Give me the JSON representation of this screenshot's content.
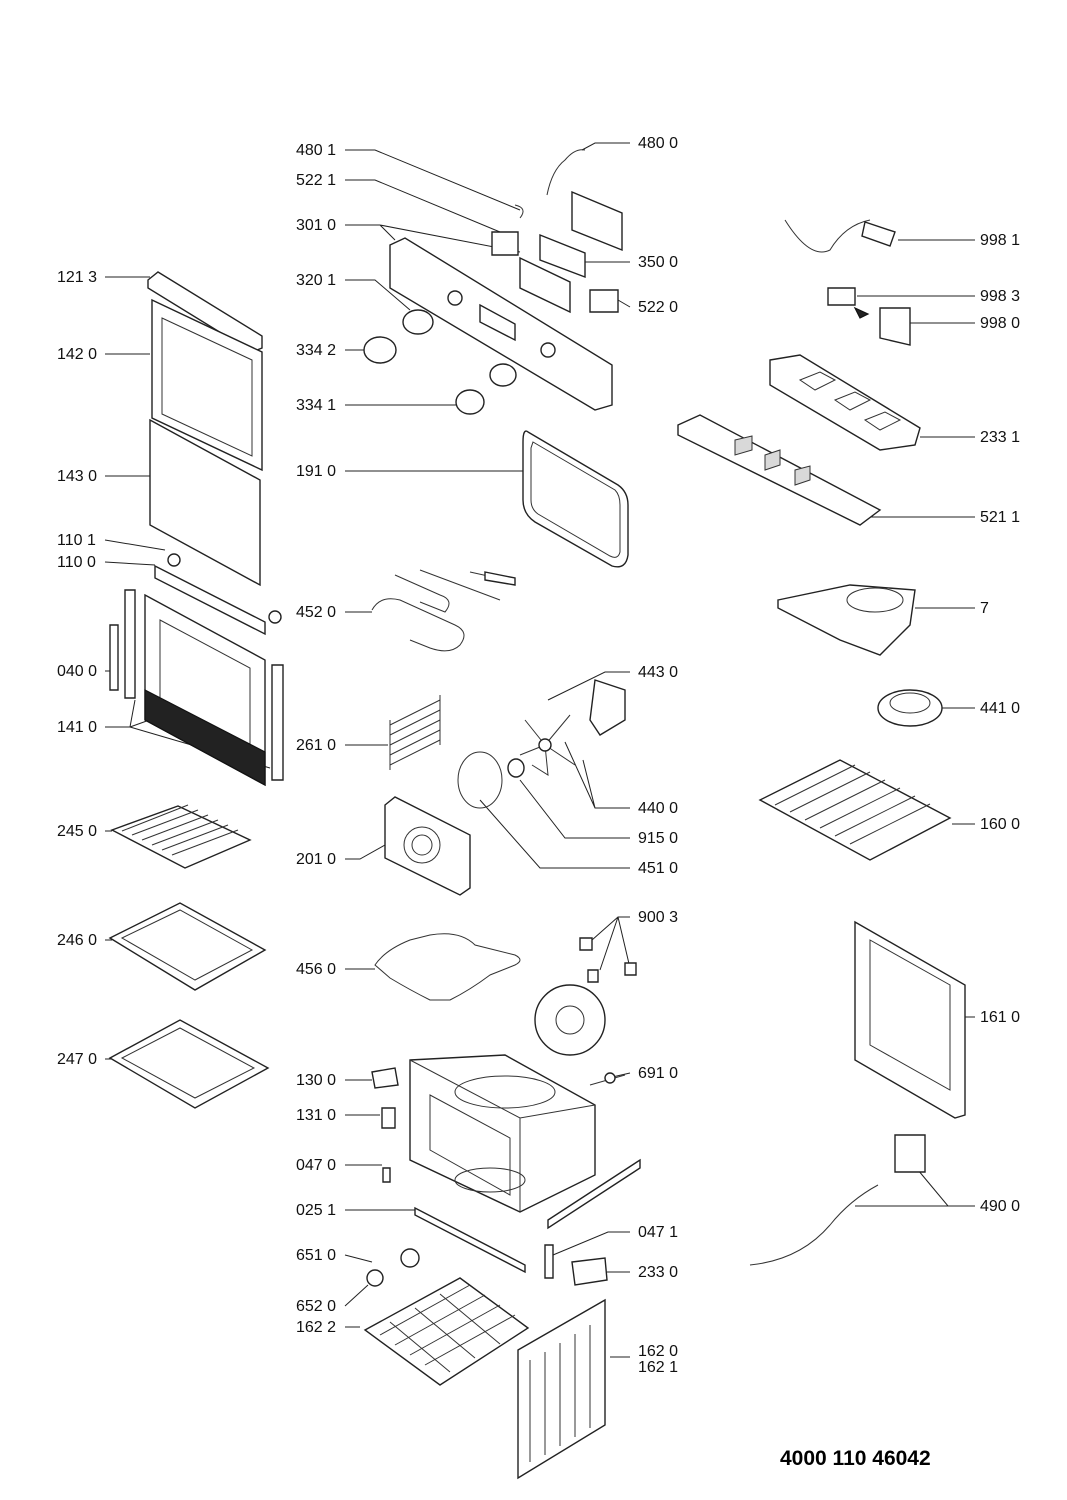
{
  "title": "",
  "document_number": "4000 110 46042",
  "parts": {
    "p4801": "480 1",
    "p5221": "522 1",
    "p3010": "301 0",
    "p3201": "320 1",
    "p3342": "334 2",
    "p3341": "334 1",
    "p4800": "480 0",
    "p3500": "350 0",
    "p5220": "522 0",
    "p9981": "998 1",
    "p9983": "998 3",
    "p9980": "998 0",
    "p2331": "233 1",
    "p5211": "521 1",
    "p7": "7",
    "p4410": "441 0",
    "p1600": "160 0",
    "p1610": "161 0",
    "p4900": "490 0",
    "p1213": "121 3",
    "p1420": "142 0",
    "p1430": "143 0",
    "p1101": "110 1",
    "p1100": "110 0",
    "p0400": "040 0",
    "p1410": "141 0",
    "p2450": "245 0",
    "p2460": "246 0",
    "p2470": "247 0",
    "p1910": "191 0",
    "p4520": "452 0",
    "p2610": "261 0",
    "p2010": "201 0",
    "p4430": "443 0",
    "p4400": "440 0",
    "p9150": "915 0",
    "p4510": "451 0",
    "p4560": "456 0",
    "p9003": "900 3",
    "p6910": "691 0",
    "p1300": "130 0",
    "p1310": "131 0",
    "p0470": "047 0",
    "p0251": "025 1",
    "p0471": "047 1",
    "p2330": "233 0",
    "p6510": "651 0",
    "p6520": "652 0",
    "p1622": "162 2",
    "p1620": "162 0",
    "p1621": "162 1"
  }
}
